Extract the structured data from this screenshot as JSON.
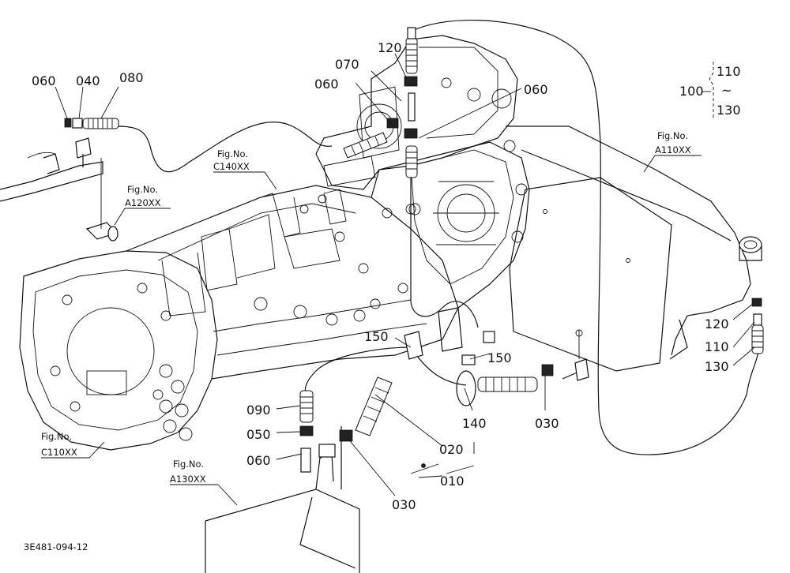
{
  "drawing_code": "3E481-094-12",
  "part_labels": {
    "p060_top_left": "060",
    "p040": "040",
    "p080": "080",
    "p070": "070",
    "p060_upper": "060",
    "p120_top": "120",
    "p060_right": "060",
    "p100": "100",
    "p110_range": "110",
    "p130_range": "130",
    "range_sign": "~",
    "p150_left": "150",
    "p150_right": "150",
    "p120_right": "120",
    "p110_right": "110",
    "p130_right": "130",
    "p090": "090",
    "p050": "050",
    "p060_low": "060",
    "p140": "140",
    "p030_right": "030",
    "p020": "020",
    "p010": "010",
    "p030_low": "030"
  },
  "figure_refs": {
    "c140": {
      "caption": "Fig.No.",
      "code": "C140XX"
    },
    "a120": {
      "caption": "Fig.No.",
      "code": "A120XX"
    },
    "a110": {
      "caption": "Fig.No.",
      "code": "A110XX"
    },
    "c110": {
      "caption": "Fig.No.",
      "code": "C110XX"
    },
    "a130": {
      "caption": "Fig.No.",
      "code": "A130XX"
    }
  }
}
